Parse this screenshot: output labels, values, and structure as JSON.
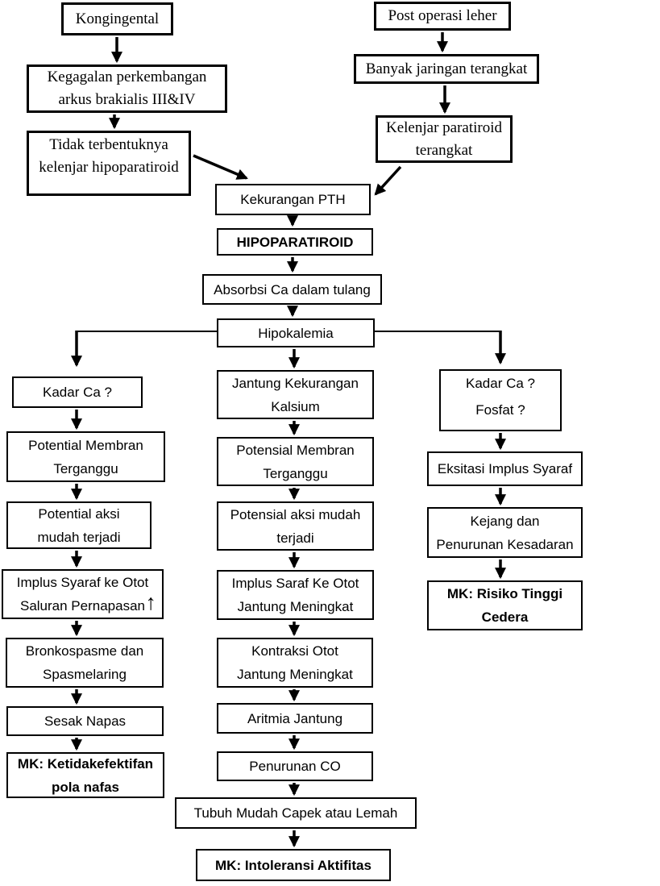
{
  "colors": {
    "ink": "#000000",
    "background": "#ffffff"
  },
  "icons": {
    "arrow_up": "↑"
  },
  "nodes": {
    "kongingental": {
      "label": "Kongingental"
    },
    "kegagalan": {
      "label": "Kegagalan perkembangan\narkus brakialis III&IV"
    },
    "tidak_terbentuknya": {
      "label": "Tidak terbentuknya\nkelenjar hipoparatiroid"
    },
    "post_operasi": {
      "label": "Post operasi leher"
    },
    "banyak_jaringan": {
      "label": "Banyak jaringan terangkat"
    },
    "kelenjar_paratiroid": {
      "label": "Kelenjar paratiroid\nterangkat"
    },
    "kekurangan_pth": {
      "label": "Kekurangan PTH"
    },
    "hipoparatiroid": {
      "label": "HIPOPARATIROID"
    },
    "absorbsi": {
      "label": "Absorbsi Ca dalam tulang"
    },
    "hipokalemia": {
      "label": "Hipokalemia"
    },
    "kadar_ca_left": {
      "label": "Kadar Ca ?"
    },
    "potential_membran": {
      "label": "Potential Membran\nTerganggu"
    },
    "potential_aksi": {
      "label": "Potential aksi\nmudah terjadi"
    },
    "implus_syaraf_otot": {
      "label": "Implus Syaraf ke Otot\nSaluran Pernapasan"
    },
    "bronkospasme": {
      "label": "Bronkospasme dan\nSpasmelaring"
    },
    "sesak_napas": {
      "label": "Sesak Napas"
    },
    "mk_pola_nafas": {
      "label": "MK: Ketidakefektifan\npola nafas"
    },
    "jantung_kekurangan": {
      "label": "Jantung Kekurangan\nKalsium"
    },
    "potensial_membran": {
      "label": "Potensial Membran\nTerganggu"
    },
    "potensial_aksi": {
      "label": "Potensial aksi mudah\nterjadi"
    },
    "implus_saraf_jantung": {
      "label": "Implus Saraf Ke Otot\nJantung Meningkat"
    },
    "kontraksi": {
      "label": "Kontraksi Otot\nJantung Meningkat"
    },
    "aritmia": {
      "label": "Aritmia Jantung"
    },
    "penurunan_co": {
      "label": "Penurunan CO"
    },
    "tubuh_mudah": {
      "label": "Tubuh Mudah Capek atau Lemah"
    },
    "mk_intoleransi": {
      "label": "MK: Intoleransi Aktifitas"
    },
    "kadar_ca_fosfat": {
      "label": "Kadar Ca ?\nFosfat  ?"
    },
    "eksitasi": {
      "label": "Eksitasi Implus Syaraf"
    },
    "kejang": {
      "label": "Kejang dan\nPenurunan Kesadaran"
    },
    "mk_risiko": {
      "label": "MK: Risiko Tinggi\nCedera"
    }
  },
  "edges": [
    {
      "from": "kongingental",
      "to": "kegagalan"
    },
    {
      "from": "kegagalan",
      "to": "tidak_terbentuknya"
    },
    {
      "from": "tidak_terbentuknya",
      "to": "kekurangan_pth"
    },
    {
      "from": "post_operasi",
      "to": "banyak_jaringan"
    },
    {
      "from": "banyak_jaringan",
      "to": "kelenjar_paratiroid"
    },
    {
      "from": "kelenjar_paratiroid",
      "to": "kekurangan_pth"
    },
    {
      "from": "kekurangan_pth",
      "to": "hipoparatiroid"
    },
    {
      "from": "hipoparatiroid",
      "to": "absorbsi"
    },
    {
      "from": "absorbsi",
      "to": "hipokalemia"
    },
    {
      "from": "hipokalemia",
      "to": "kadar_ca_left"
    },
    {
      "from": "hipokalemia",
      "to": "jantung_kekurangan"
    },
    {
      "from": "hipokalemia",
      "to": "kadar_ca_fosfat"
    },
    {
      "from": "kadar_ca_left",
      "to": "potential_membran"
    },
    {
      "from": "potential_membran",
      "to": "potential_aksi"
    },
    {
      "from": "potential_aksi",
      "to": "implus_syaraf_otot"
    },
    {
      "from": "implus_syaraf_otot",
      "to": "bronkospasme"
    },
    {
      "from": "bronkospasme",
      "to": "sesak_napas"
    },
    {
      "from": "sesak_napas",
      "to": "mk_pola_nafas"
    },
    {
      "from": "jantung_kekurangan",
      "to": "potensial_membran"
    },
    {
      "from": "potensial_membran",
      "to": "potensial_aksi"
    },
    {
      "from": "potensial_aksi",
      "to": "implus_saraf_jantung"
    },
    {
      "from": "implus_saraf_jantung",
      "to": "kontraksi"
    },
    {
      "from": "kontraksi",
      "to": "aritmia"
    },
    {
      "from": "aritmia",
      "to": "penurunan_co"
    },
    {
      "from": "penurunan_co",
      "to": "tubuh_mudah"
    },
    {
      "from": "tubuh_mudah",
      "to": "mk_intoleransi"
    },
    {
      "from": "kadar_ca_fosfat",
      "to": "eksitasi"
    },
    {
      "from": "eksitasi",
      "to": "kejang"
    },
    {
      "from": "kejang",
      "to": "mk_risiko"
    }
  ]
}
